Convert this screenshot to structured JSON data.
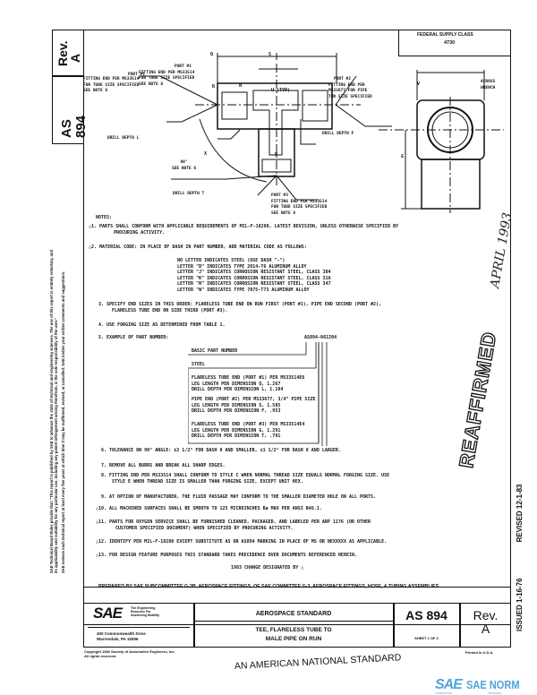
{
  "side_tab": {
    "rev_label": "Rev.",
    "rev_value": "A",
    "doc_number": "AS 894"
  },
  "disclaimer": [
    "SAE Technical Board Rules provide that: \"This report is published by SAE to advance the state of technical and engineering sciences. The use of this report is entirely voluntary, and",
    "its applicability and suitability for any particular use, including any patent infringement arising therefrom, is the sole responsibility of the user.\"",
    "SAE reviews each technical report at least every five years at which time it may be reaffirmed, revised, or cancelled. SAE invites your written comments and suggestions."
  ],
  "federal_supply": {
    "label": "FEDERAL SUPPLY CLASS",
    "value": "4730"
  },
  "drawing": {
    "port1": [
      "PORT #1",
      "FITTING END PER MS33514",
      "FOR TUBE SIZE SPECIFIED",
      "SEE NOTE 8"
    ],
    "port2": [
      "PORT #2",
      "FITTING END PER",
      "MS33677 FOR PIPE",
      "THD SIZE SPECIFIED"
    ],
    "port3": [
      "PORT #3",
      "FITTING END PER MS33514",
      "FOR TUBE SIZE SPECIFIED",
      "SEE NOTE 8"
    ],
    "drill_l": "DRILL DEPTH L",
    "drill_f": "DRILL DEPTH F",
    "drill_t": "DRILL DEPTH T",
    "angle": [
      "90°",
      "SEE NOTE 6"
    ],
    "dims": {
      "q": "Q",
      "s": "S",
      "n": "N",
      "r": "R",
      "u": "U (TYP)",
      "x": "X",
      "w": "W",
      "v": "V",
      "g": "G",
      "across": [
        "ACROSS",
        "WRENCH"
      ]
    }
  },
  "notes": {
    "heading": "NOTES:",
    "n1": [
      "△1.  PARTS SHALL CONFORM WITH APPLICABLE REQUIREMENTS OF MIL-F-18280, LATEST REVISION, UNLESS OTHERWISE SPECIFIED BY",
      "PROCURING ACTIVITY."
    ],
    "n2": "△2.  MATERIAL CODE:  IN PLACE OF DASH IN PART NUMBER, ADD MATERIAL CODE AS FOLLOWS:",
    "materials": [
      "NO LETTER INDICATES STEEL (USE DASH \"-\")",
      "LETTER \"D\" INDICATES TYPE 2014-T6 ALUMINUM ALLOY",
      "LETTER \"J\" INDICATES CORROSION RESISTANT STEEL, CLASS 304",
      "LETTER \"K\" INDICATES CORROSION RESISTANT STEEL, CLASS 316",
      "LETTER \"R\" INDICATES CORROSION RESISTANT STEEL, CLASS 347",
      "LETTER \"W\" INDICATES TYPE 7075-T73 ALUMINUM ALLOY"
    ],
    "n3": [
      "3.  SPECIFY END SIZES IN THIS ORDER:  FLARELESS TUBE END ON RUN FIRST (PORT #1), PIPE END SECOND (PORT #2),",
      "FLARELESS TUBE END ON SIDE THIRD (PORT #3)."
    ],
    "n4": "4.  USE FORGING SIZE AS DETERMINED FROM TABLE 1.",
    "n5": "5.  EXAMPLE OF PART NUMBER:",
    "example_pn": "AS894-061204",
    "example": {
      "basic": "BASIC PART NUMBER",
      "steel": "STEEL",
      "port1": [
        "FLARELESS TUBE END (PORT #1) PER MS33514E6",
        "LEG LENGTH PER DIMENSION Q, 1.267",
        "DRILL DEPTH PER DIMENSION L, 1.104"
      ],
      "port2": [
        "PIPE END (PORT #2) PER MS33677, 3/4\" PIPE SIZE",
        "LEG LENGTH PER DIMENSION S, 1.585",
        "DRILL DEPTH PER DIMENSION F, .953"
      ],
      "port3": [
        "FLARELESS TUBE END (PORT #3) PER MS33514E4",
        "LEG LENGTH PER DIMENSION G, 1.291",
        "DRILL DEPTH PER DIMENSION T, .791"
      ]
    },
    "n6": "6.  TOLERANCE ON 90° ANGLE:  ±2 1/2° FOR DASH 8 AND SMALLER, ±1 1/2° FOR DASH 8 AND LARGER.",
    "n7": "7.  REMOVE ALL BURRS AND BREAK ALL SHARP EDGES.",
    "n8": [
      "8.  FITTING END PER MS33514 SHALL CONFORM TO STYLE C WHEN NORMAL THREAD SIZE EQUALS NORMAL FORGING SIZE.  USE",
      "STYLE E WHEN THREAD SIZE IS SMALLER THAN FORGING SIZE, EXCEPT UNIT HEX."
    ],
    "n9": "9.  AT OPTION OF MANUFACTURER, THE FLUID PASSAGE MAY CONFORM TO THE SMALLER DIAMETER HOLE ON ALL PORTS.",
    "n10": "△10.  ALL MACHINED SURFACES SHALL BE SMOOTH TO 125 MICROINCHES Ra MAX PER ANSI B46.1.",
    "n11": [
      "△11.  PARTS FOR OXYGEN SERVICE SHALL BE FURNISHED CLEANED, PACKAGED, AND LABELED PER ARP 1176 (OR OTHER",
      "CUSTOMER SPECIFIED DOCUMENT) WHEN SPECIFIED BY PROCURING ACTIVITY."
    ],
    "n12": "△12.  IDENTIFY PER MIL-F-18280 EXCEPT SUBSTITUTE AS OR AS894 MARKING IN PLACE OF MS OR NEXXXXX AS APPLICABLE.",
    "n13": "△13.  FOR DESIGN FEATURE PURPOSES THIS STANDARD TAKES PRECEDENCE OVER DOCUMENTS REFERENCED HEREIN.",
    "change": "1983 CHANGE DESIGNATED BY △"
  },
  "stamp": {
    "reaffirmed": "REAFFIRMED",
    "date": "APRIL 1993"
  },
  "issued": {
    "issued": "ISSUED 1-16-76",
    "revised": "REVISED 12-1-83"
  },
  "title_block": {
    "prepared": "PREPARED BY SAE SUBCOMMITTEE G-3B, AEROSPACE FITTINGS, OF SAE COMMITTEE G-3, AEROSPACE FITTINGS, HOSE, & TUBING ASSEMBLIES",
    "sae_logo": "SAE",
    "sae_tagline": [
      "The Engineering",
      "Resource For",
      "Advancing Mobility"
    ],
    "address": [
      "400 Commonwealth Drive",
      "Warrendale, PA 15096"
    ],
    "category": "AEROSPACE STANDARD",
    "title": [
      "TEE, FLARELESS TUBE TO",
      "MALE PIPE ON RUN"
    ],
    "doc_number": "AS 894",
    "sheet": "SHEET 1 OF 2",
    "rev_label": "Rev.",
    "rev_value": "A"
  },
  "copyright": [
    "Copyright 1983 Society of Automotive Engineers, Inc.",
    "All rights reserved."
  ],
  "printed": "Printed in U.S.A.",
  "ans": "AN AMERICAN NATIONAL STANDARD",
  "watermark": {
    "logo": "SAE",
    "text": "SAE NORM",
    "sub": "INTERNATIONAL",
    "sub2": "STANDARDS",
    "color": "#4fa3dc"
  }
}
